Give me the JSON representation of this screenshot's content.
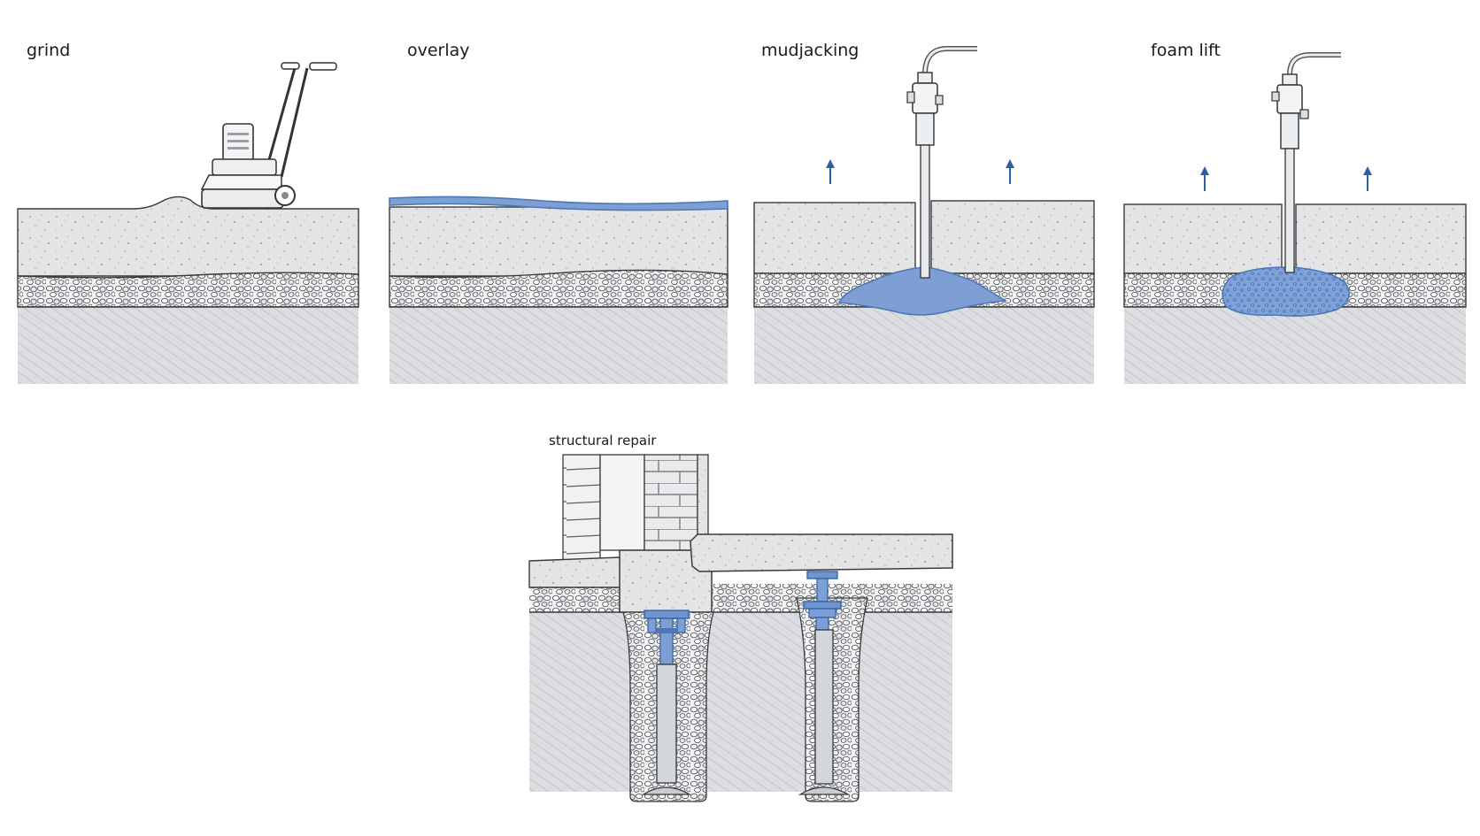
{
  "panels": {
    "grind": {
      "label": "grind"
    },
    "overlay": {
      "label": "overlay"
    },
    "mudjacking": {
      "label": "mudjacking"
    },
    "foam_lift": {
      "label": "foam lift"
    },
    "structural_repair": {
      "label": "structural repair"
    }
  },
  "colors": {
    "concrete": "#e4e5e7",
    "gravel": "#f4f5f6",
    "soil": "#d9dadc",
    "outline": "#3a3a3a",
    "blue_fill": "#7d9fd3",
    "blue_line": "#4d77b6",
    "arrow": "#2f5ea8",
    "steel": "#c9ccd1"
  },
  "icons": {
    "grinder": "floor-grinder-icon",
    "injector": "injection-gun-icon",
    "lift_arrow": "arrow-up-icon",
    "pier": "steel-pier-icon"
  }
}
